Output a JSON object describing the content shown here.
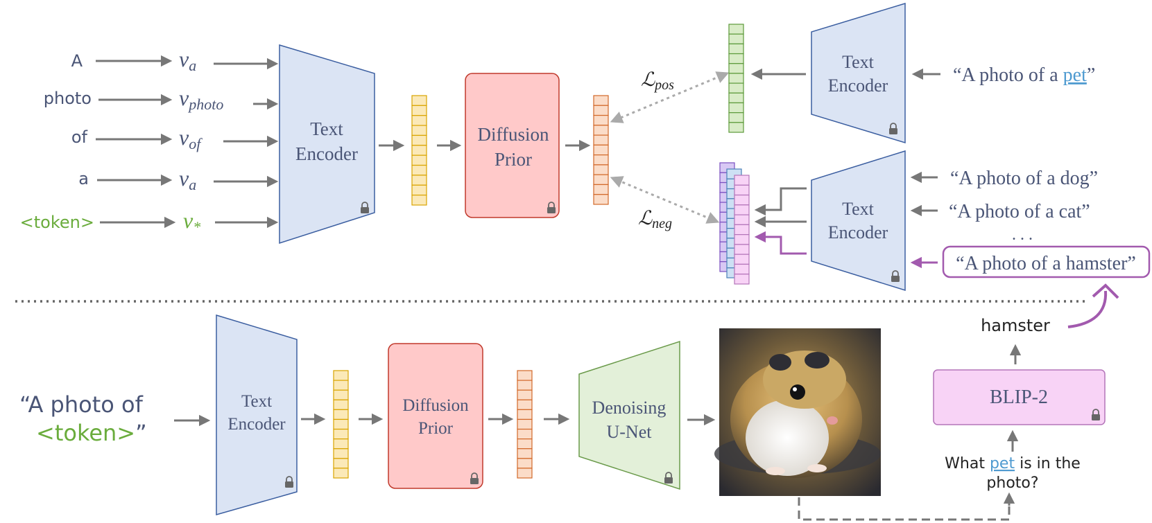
{
  "colors": {
    "text": "#4a5576",
    "arrow": "#777777",
    "token_green": "#6aac3c",
    "link_blue": "#4e9ad0",
    "encoder_fill": "#dbe4f4",
    "encoder_stroke": "#3b5ea0",
    "prior_fill": "#ffc9c9",
    "prior_stroke": "#c0392b",
    "unet_fill": "#e3f0d9",
    "unet_stroke": "#6a9a4a",
    "blip_fill": "#f8d3f6",
    "blip_stroke": "#b374b9",
    "yellow_vec": "#fbe9b8",
    "orange_vec": "#fbdcc8",
    "green_vec": "#d9ecc7",
    "purple_highlight": "#a25aae"
  },
  "top": {
    "tokens": [
      {
        "word": "A",
        "embedding": "v",
        "sub": "a"
      },
      {
        "word": "photo",
        "embedding": "v",
        "sub": "photo"
      },
      {
        "word": "of",
        "embedding": "v",
        "sub": "of"
      },
      {
        "word": "a",
        "embedding": "v",
        "sub": "a"
      },
      {
        "word": "<token>",
        "embedding": "v",
        "sub": "*"
      }
    ],
    "text_encoder": {
      "line1": "Text",
      "line2": "Encoder"
    },
    "diffusion_prior": {
      "line1": "Diffusion",
      "line2": "Prior"
    },
    "loss_pos": {
      "symbol": "ℒ",
      "sub": "pos"
    },
    "loss_neg": {
      "symbol": "ℒ",
      "sub": "neg"
    },
    "pos_encoder": {
      "line1": "Text",
      "line2": "Encoder"
    },
    "pos_prompt": {
      "before": "“A photo of a ",
      "link": "pet",
      "after": "”"
    },
    "neg_encoder": {
      "line1": "Text",
      "line2": "Encoder"
    },
    "neg_prompts": [
      "“A photo of a dog”",
      "“A photo of a cat”"
    ],
    "ellipsis": ". . .",
    "highlight_prompt": "“A photo of a hamster”"
  },
  "bottom": {
    "prompt_line1": "“A photo of",
    "prompt_token": "<token>",
    "prompt_close": "”",
    "text_encoder": {
      "line1": "Text",
      "line2": "Encoder"
    },
    "diffusion_prior": {
      "line1": "Diffusion",
      "line2": "Prior"
    },
    "unet": {
      "line1": "Denoising",
      "line2": "U-Net"
    },
    "blip": "BLIP-2",
    "answer": "hamster",
    "question_before": "What ",
    "question_link": "pet",
    "question_after": " is in the",
    "question_line2": "photo?"
  }
}
